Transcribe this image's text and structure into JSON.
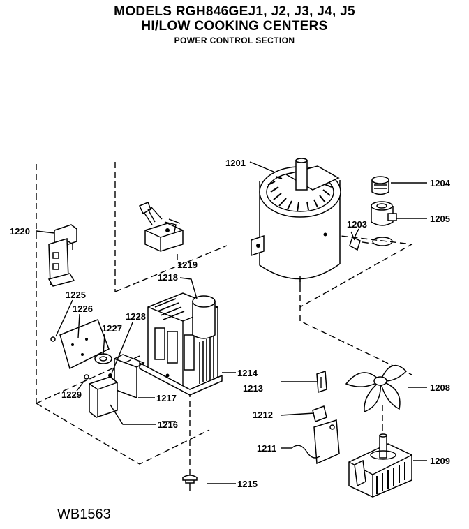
{
  "header": {
    "title_line1": "MODELS RGH846GEJ1, J2, J3, J4, J5",
    "title_line2": "HI/LOW COOKING CENTERS",
    "section": "POWER CONTROL SECTION"
  },
  "parts": {
    "p1201": "1201",
    "p1203": "1203",
    "p1204": "1204",
    "p1205": "1205",
    "p1208": "1208",
    "p1209": "1209",
    "p1211": "1211",
    "p1212": "1212",
    "p1213": "1213",
    "p1214": "1214",
    "p1215": "1215",
    "p1216": "1216",
    "p1217": "1217",
    "p1218": "1218",
    "p1219": "1219",
    "p1220": "1220",
    "p1225": "1225",
    "p1226": "1226",
    "p1227": "1227",
    "p1228": "1228",
    "p1229": "1229"
  },
  "footer": {
    "code": "WB1563"
  }
}
